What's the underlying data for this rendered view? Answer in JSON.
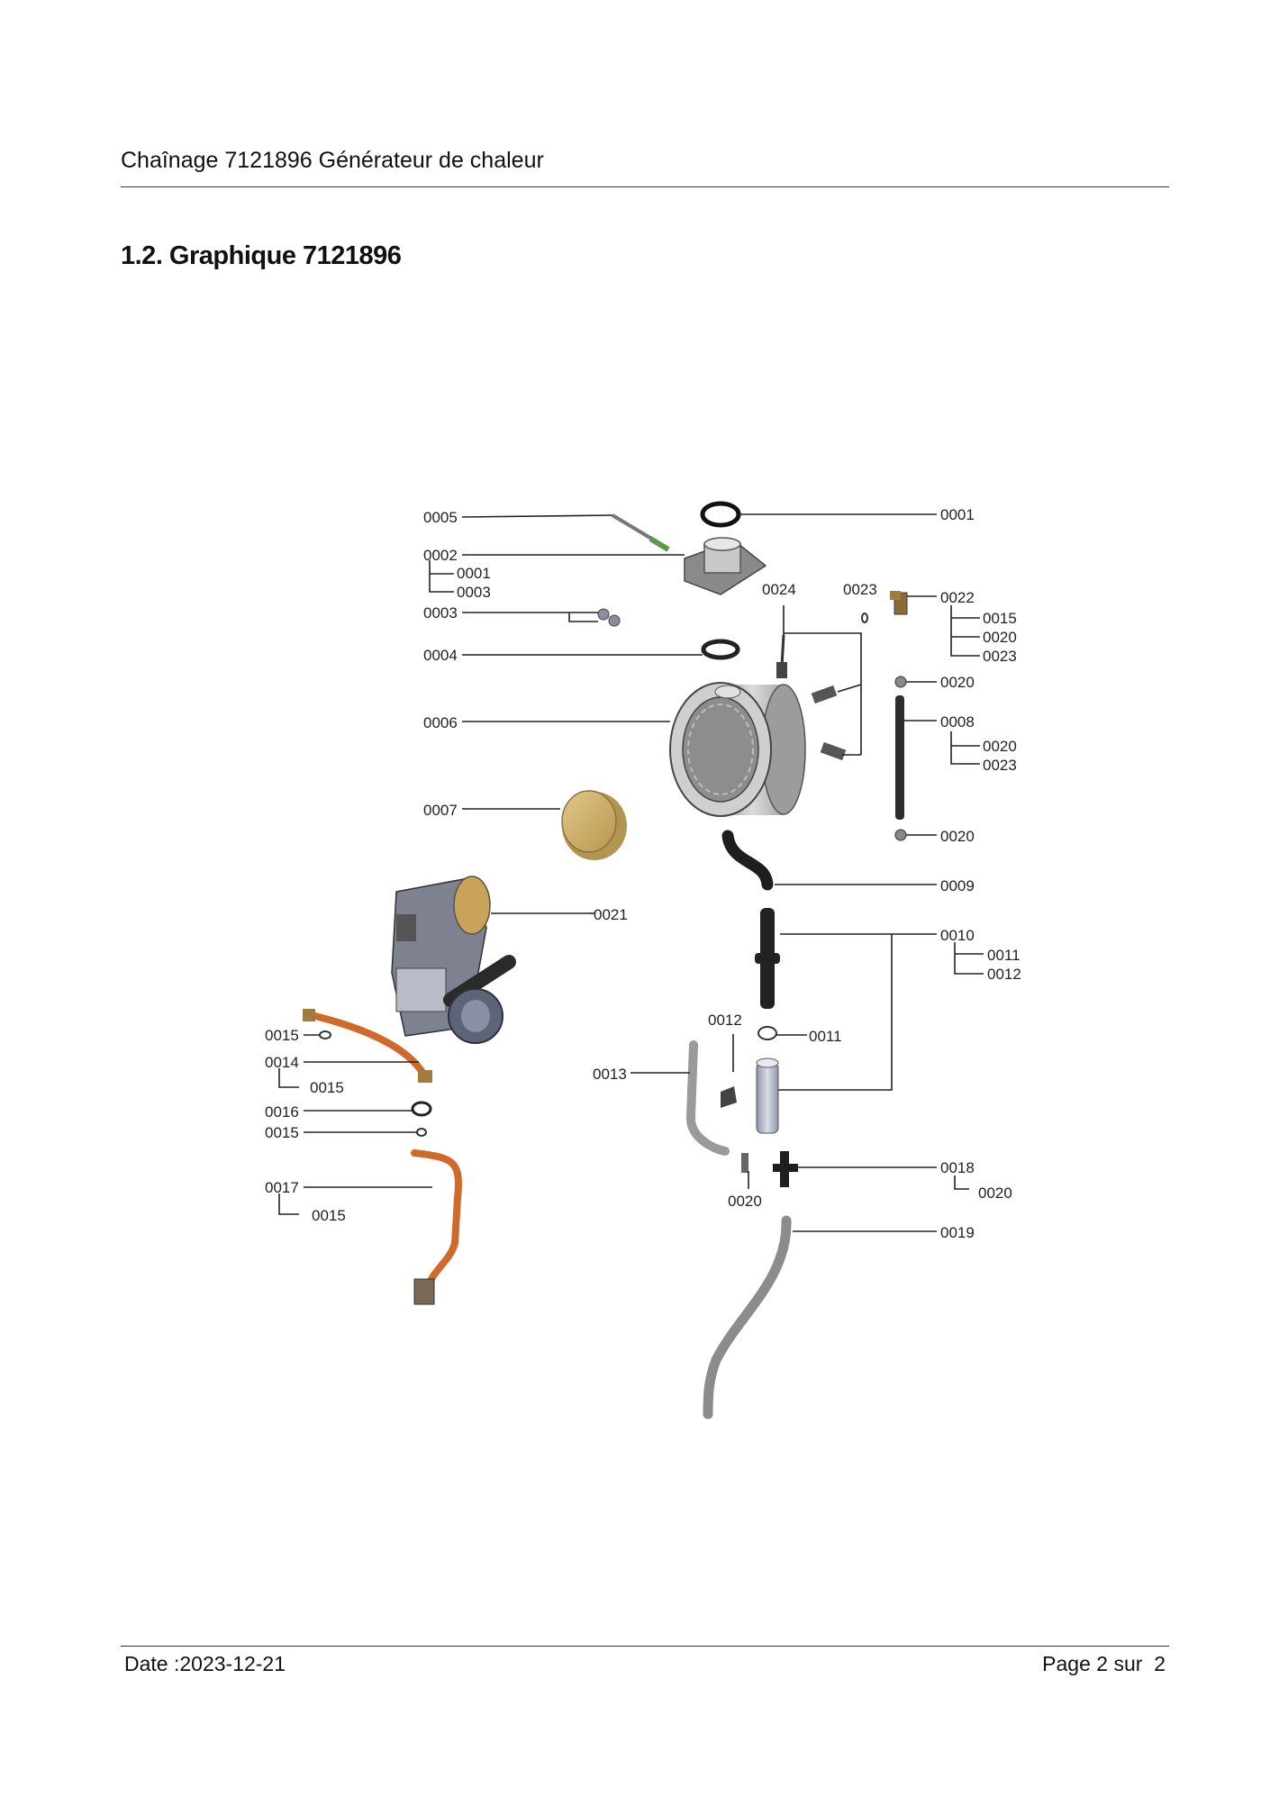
{
  "header": {
    "title": "Chaînage 7121896 Générateur de chaleur"
  },
  "section": {
    "title": "1.2. Graphique 7121896"
  },
  "callouts": {
    "c0005": "0005",
    "c0001": "0001",
    "c0002": "0002",
    "c0002_s1": "0001",
    "c0002_s2": "0003",
    "c0003": "0003",
    "c0024": "0024",
    "c0023": "0023",
    "c0022": "0022",
    "c0022_s1": "0015",
    "c0022_s2": "0020",
    "c0022_s3": "0023",
    "c0004": "0004",
    "c0020_a": "0020",
    "c0006": "0006",
    "c0008": "0008",
    "c0008_s1": "0020",
    "c0008_s2": "0023",
    "c0007": "0007",
    "c0020_b": "0020",
    "c0009": "0009",
    "c0021": "0021",
    "c0010": "0010",
    "c0010_s1": "0011",
    "c0010_s2": "0012",
    "c0012": "0012",
    "c0011": "0011",
    "c0015_a": "0015",
    "c0014": "0014",
    "c0014_s1": "0015",
    "c0013": "0013",
    "c0016": "0016",
    "c0015_b": "0015",
    "c0018": "0018",
    "c0018_s1": "0020",
    "c0020_c": "0020",
    "c0017": "0017",
    "c0017_s1": "0015",
    "c0019": "0019"
  },
  "footer": {
    "date": "Date :2023-12-21",
    "page_label": "Page 2 sur",
    "page_total": "2"
  }
}
